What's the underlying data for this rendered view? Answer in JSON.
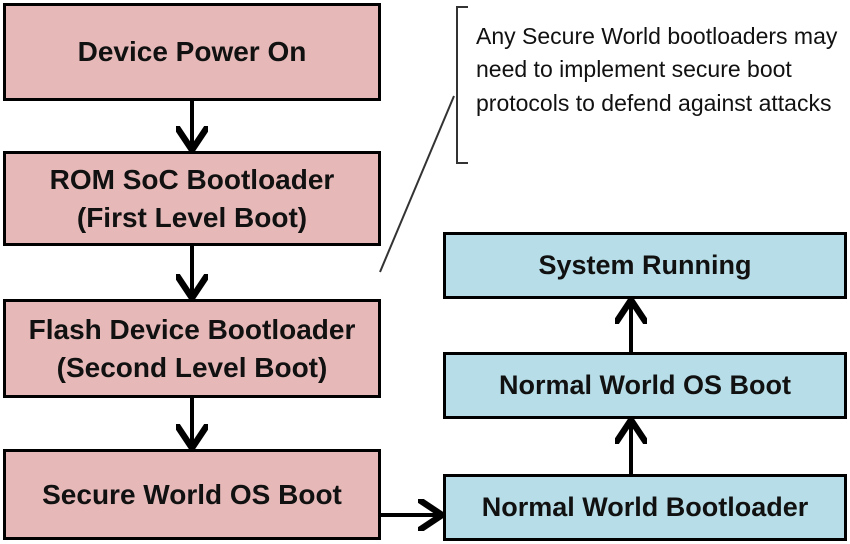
{
  "boxes": {
    "power_on": "Device Power On",
    "rom_line1": "ROM SoC Bootloader",
    "rom_line2": "(First Level Boot)",
    "flash_line1": "Flash Device Bootloader",
    "flash_line2": "(Second Level Boot)",
    "secure_os": "Secure World OS Boot",
    "normal_bootloader": "Normal World Bootloader",
    "normal_os": "Normal World OS Boot",
    "system_running": "System Running"
  },
  "note": {
    "text": "Any Secure World bootloaders may need to implement secure boot protocols to defend against attacks"
  },
  "colors": {
    "secure_fill": "#e6b9b8",
    "normal_fill": "#b7dee8",
    "stroke": "#000000"
  }
}
